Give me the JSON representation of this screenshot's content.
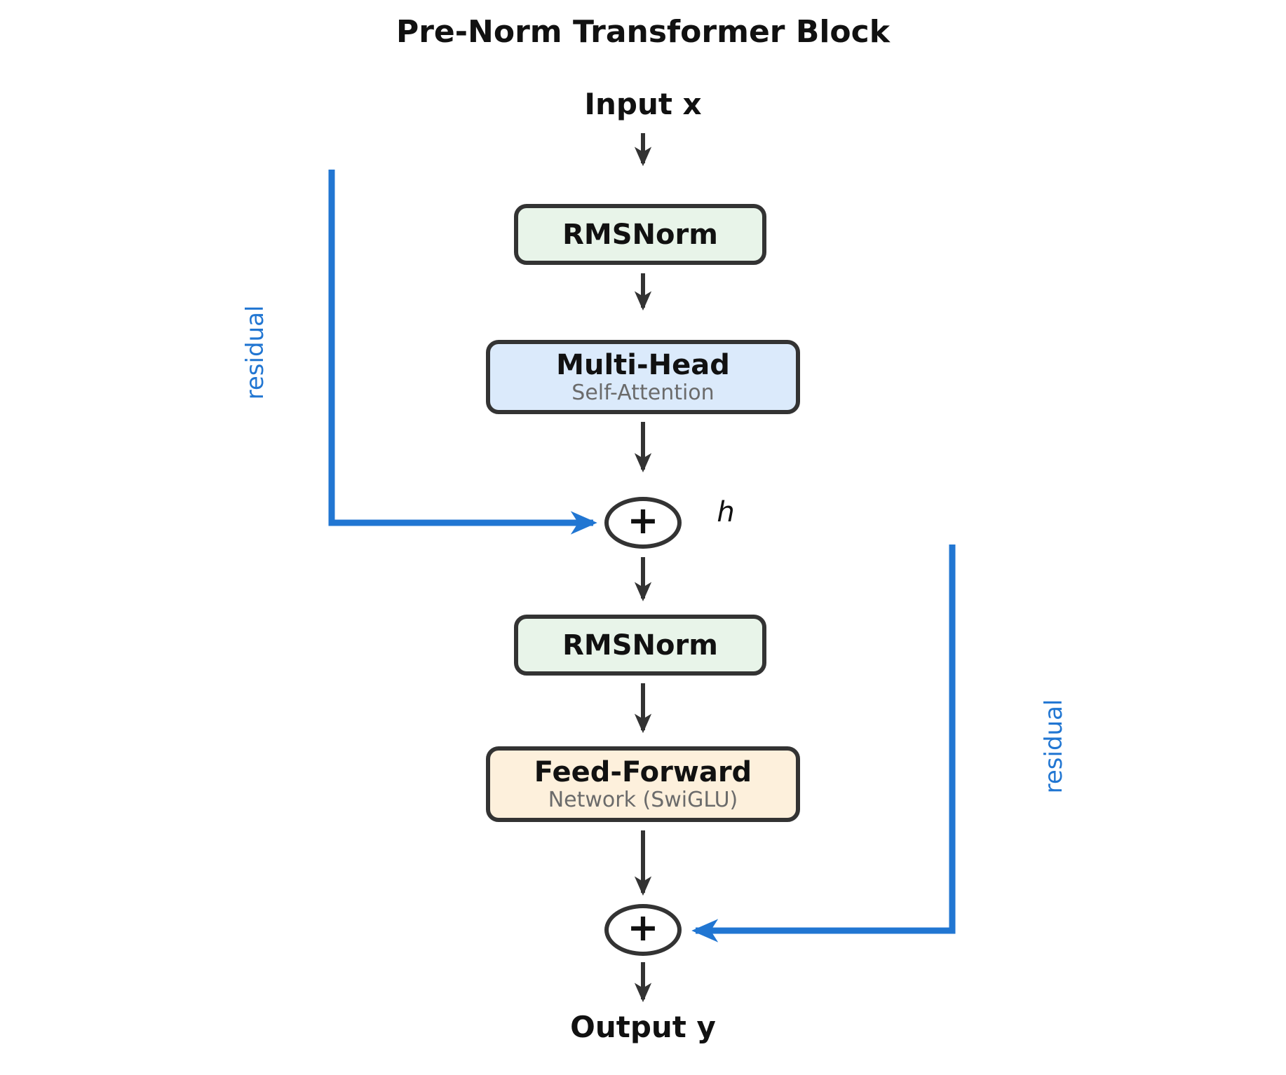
{
  "title": "Pre-Norm Transformer Block",
  "colors": {
    "residual_blue": "#2176d2",
    "arrow_dark": "#333333",
    "norm_fill": "#e8f4e9",
    "attention_fill": "#dbeafb",
    "ffn_fill": "#fdf0dc",
    "subtitle_gray": "#6b6b6b"
  },
  "nodes": {
    "input": "Input x",
    "norm1": "RMSNorm",
    "attention": {
      "title": "Multi-Head",
      "subtitle": "Self-Attention"
    },
    "add1": "+",
    "h_label": "h",
    "norm2": "RMSNorm",
    "ffn": {
      "title": "Feed-Forward",
      "subtitle": "Network (SwiGLU)"
    },
    "add2": "+",
    "output": "Output y"
  },
  "edges": {
    "residual_left_label": "residual",
    "residual_right_label": "residual"
  }
}
